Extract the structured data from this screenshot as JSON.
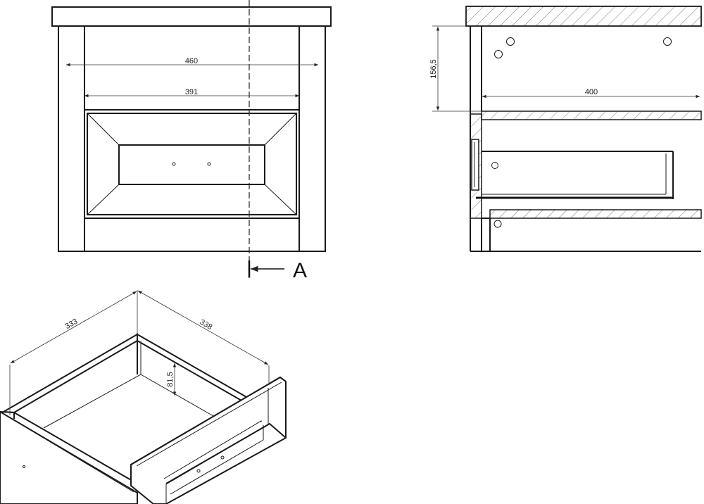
{
  "front_view": {
    "dim_outer_width": "460",
    "dim_inner_width": "391",
    "section_marker": "A"
  },
  "side_view": {
    "dim_depth": "400",
    "dim_height": "156,5"
  },
  "iso_view": {
    "dim_width": "333",
    "dim_depth": "338",
    "dim_height": "81,5"
  }
}
